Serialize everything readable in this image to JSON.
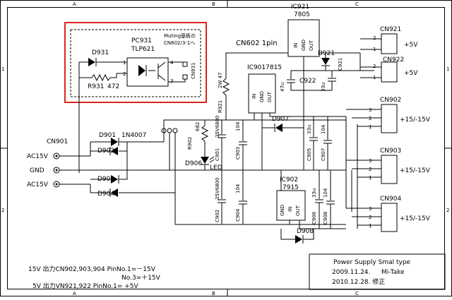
{
  "border": {
    "cols_top": [
      "A",
      "B",
      "C"
    ],
    "cols_bottom": [
      "A",
      "B",
      "C"
    ],
    "rows_left": [
      "1",
      "2"
    ],
    "rows_right": [
      "1",
      "2"
    ]
  },
  "highlight_color": "#d9261c",
  "labels": {
    "ic921_ref": "IC921",
    "ic921_type": "7805",
    "ic9017815_ref": "IC9017815",
    "ic902_ref": "IC902",
    "ic902_type": "7915",
    "cn602": "CN602 1pin",
    "pc931": "PC931",
    "tlp621": "TLP621",
    "muting_line1": "Muting基板の",
    "muting_line2": "CN602/3-1へ",
    "cn931": "CN931",
    "d931": "D931",
    "r931": "R931",
    "r931_val": "472",
    "cn901": "CN901",
    "ac15v_top": "AC15V",
    "gnd": "GND",
    "ac15v_bottom": "AC15V",
    "d901": "D901",
    "d901_type": "1N4007",
    "d902": "D902",
    "d903": "D903",
    "d904": "D904",
    "r902": "R902",
    "r902_val": "682",
    "d906": "D906",
    "led": "LED",
    "r921": "R921",
    "r921_val": "2W 47",
    "c901": "C901",
    "c901_val": "35V6800",
    "c902": "C902",
    "c902_val": "35V6800",
    "c903": "C903",
    "c903_val": "104",
    "c904": "C904",
    "c904_val": "104",
    "d907": "D907",
    "d908": "D908",
    "d921": "D921",
    "c921": "C921",
    "c922": "C922",
    "c922_val": "47u",
    "c921_val": "33u",
    "c905": "C905",
    "c905_val": "33u",
    "c907": "C907",
    "c907_val": "104",
    "c906": "C906",
    "c906_val": "33u",
    "c908": "C908",
    "c908_val": "104",
    "reg_in": "IN",
    "reg_gnd": "GND",
    "reg_out": "OUT",
    "cn921": "CN921",
    "cn922": "CN922",
    "cn902": "CN902",
    "cn903": "CN903",
    "cn904": "CN904",
    "out_5v_a": "+5V",
    "out_5v_b": "+5V",
    "out_15_a": "+15/-15V",
    "out_15_b": "+15/-15V",
    "out_15_c": "+15/-15V",
    "pin1": "1",
    "pin2": "2",
    "pin3": "3",
    "pin4": "4"
  },
  "notes": [
    "15V 出力CN902,903,904 PinNo.1=－15V",
    "No.3=＋15V",
    "5V 出力VN921,922 PinNo.1= +5V"
  ],
  "title_block": {
    "title": "Power Supply Smal type",
    "date1": "2009.11.24.",
    "author": "Mi-Take",
    "date2": "2010.12.28. 修正"
  }
}
